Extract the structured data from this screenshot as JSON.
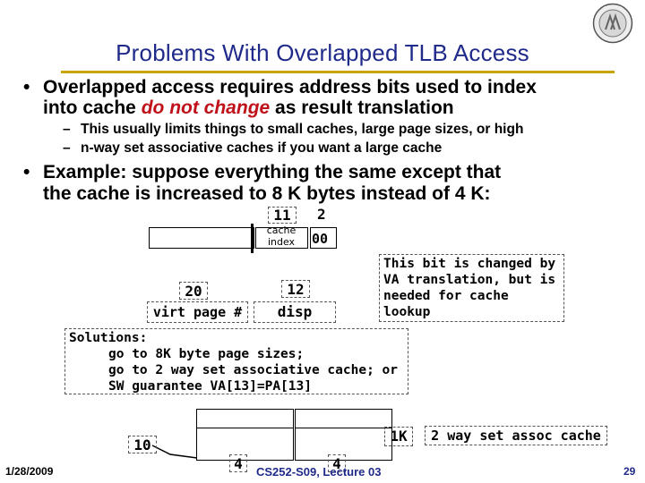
{
  "slide": {
    "title": "Problems With Overlapped TLB Access",
    "bullet1": {
      "symbol": "•",
      "pre": "Overlapped access requires address bits used to index",
      "line2_pre": "into cache ",
      "emph": "do not change",
      "line2_post": "  as result translation"
    },
    "subs": [
      {
        "dash": "–",
        "text": "This usually limits things to small caches, large page sizes, or high"
      },
      {
        "dash": "–",
        "text": "n-way set associative caches if you want a large cache"
      }
    ],
    "bullet2": {
      "symbol": "•",
      "line1": "Example:  suppose everything the same except that",
      "line2": "the cache is increased to 8 K bytes instead of 4 K:"
    }
  },
  "diagram": {
    "bits_11": "11",
    "bits_2": "2",
    "cache_index": "cache index",
    "bits_00": "00",
    "note": "This bit is changed by VA translation, but is needed for cache lookup",
    "virt_bits": "20",
    "virt_label": "virt page #",
    "disp_bits": "12",
    "disp_label": "disp",
    "solutions": {
      "head": "Solutions:",
      "lines": [
        "go to 8K byte page sizes;",
        "go to 2 way set associative cache; or",
        "SW guarantee VA[13]=PA[13]"
      ]
    },
    "bottom_10": "10",
    "bottom_4a": "4",
    "bottom_4b": "4",
    "label_1k": "1K",
    "label_assoc": "2 way set assoc cache"
  },
  "footer": {
    "date": "1/28/2009",
    "course": "CS252-S09, Lecture 03",
    "page": "29"
  },
  "colors": {
    "title": "#1f2a8a",
    "rule": "#c9a400",
    "emphasis": "#c0101a"
  }
}
